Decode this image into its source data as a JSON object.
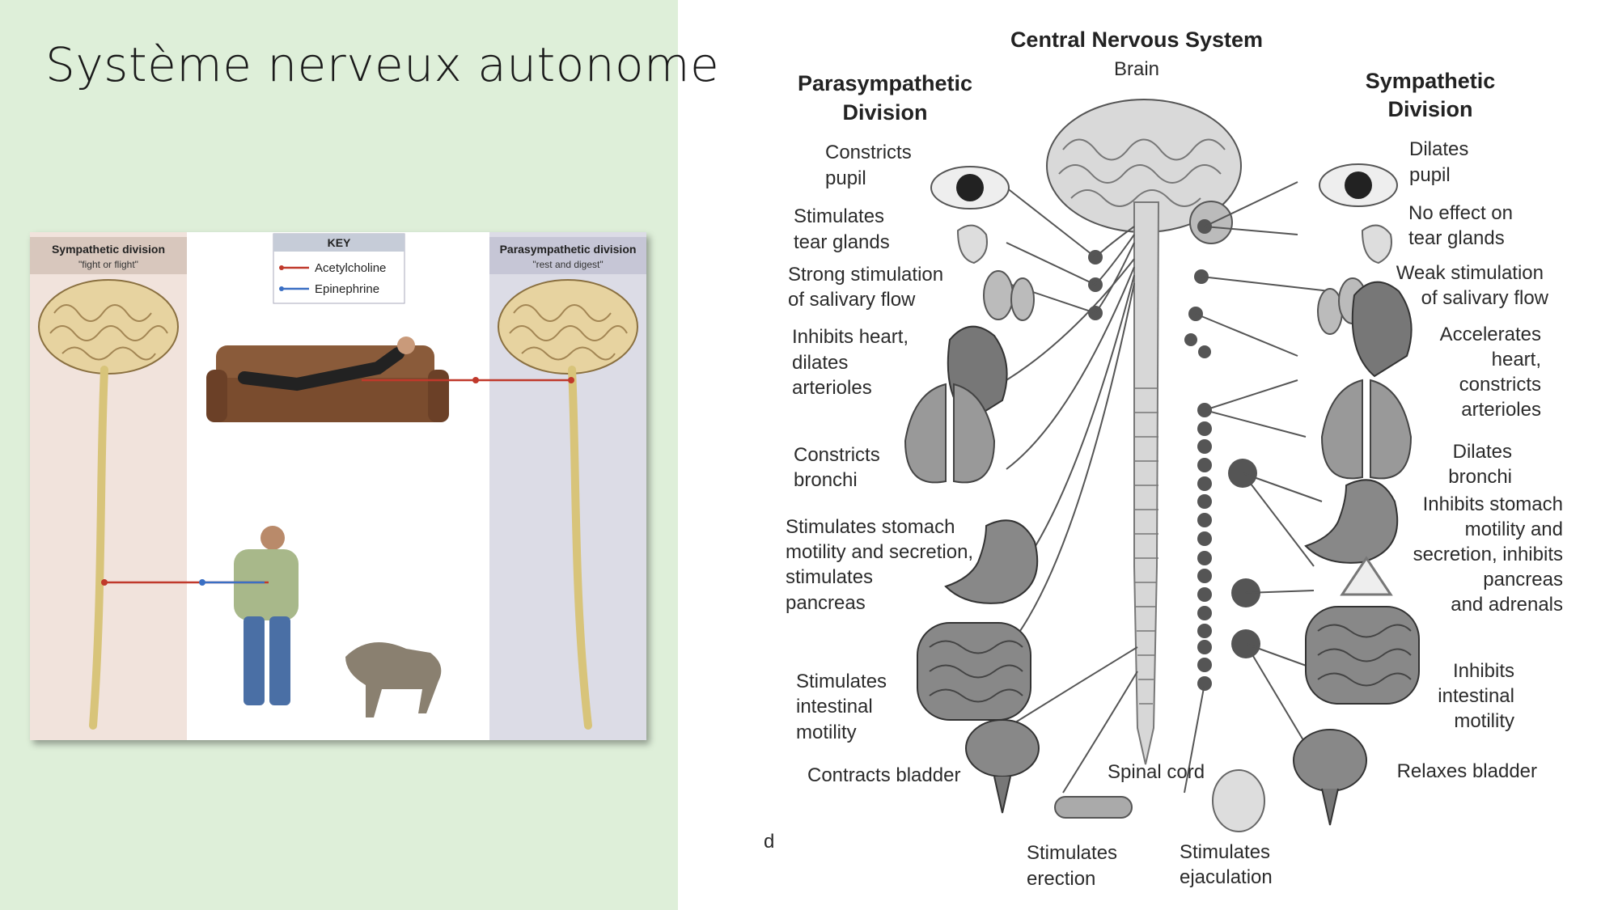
{
  "slide": {
    "title": "Système nerveux autonome"
  },
  "left_figure": {
    "sympathetic_header": "Sympathetic division",
    "sympathetic_sub": "\"fight or flight\"",
    "key_title": "KEY",
    "key_items": [
      "Acetylcholine",
      "Epinephrine"
    ],
    "parasympathetic_header": "Parasympathetic division",
    "parasympathetic_sub": "\"rest and digest\"",
    "colors": {
      "acetylcholine": "#c0392b",
      "epinephrine": "#3a6fc4",
      "sympathetic_bg": "#f1e3dc",
      "parasympathetic_bg": "#dcdce6"
    }
  },
  "right_figure": {
    "cns_title": "Central Nervous System",
    "brain_label": "Brain",
    "para_title": [
      "Parasympathetic",
      "Division"
    ],
    "symp_title": [
      "Sympathetic",
      "Division"
    ],
    "para_effects": [
      [
        "Constricts",
        "pupil"
      ],
      [
        "Stimulates",
        "tear glands"
      ],
      [
        "Strong stimulation",
        "of salivary flow"
      ],
      [
        "Inhibits heart,",
        "dilates",
        "arterioles"
      ],
      [
        "Constricts",
        "bronchi"
      ],
      [
        "Stimulates stomach",
        "motility and secretion,",
        "stimulates",
        "pancreas"
      ],
      [
        "Stimulates",
        "intestinal",
        "motility"
      ],
      [
        "Contracts bladder"
      ]
    ],
    "symp_effects": [
      [
        "Dilates",
        "pupil"
      ],
      [
        "No effect on",
        "tear glands"
      ],
      [
        "Weak stimulation",
        "of salivary flow"
      ],
      [
        "Accelerates",
        "heart,",
        "constricts",
        "arterioles"
      ],
      [
        "Dilates",
        "bronchi"
      ],
      [
        "Inhibits stomach",
        "motility and",
        "secretion, inhibits",
        "pancreas",
        "and adrenals"
      ],
      [
        "Inhibits",
        "intestinal",
        "motility"
      ],
      [
        "Relaxes bladder"
      ]
    ],
    "bottom_labels": {
      "spinal_cord": "Spinal cord",
      "erection": [
        "Stimulates",
        "erection"
      ],
      "ejaculation": [
        "Stimulates",
        "ejaculation"
      ],
      "stray": "d"
    }
  }
}
